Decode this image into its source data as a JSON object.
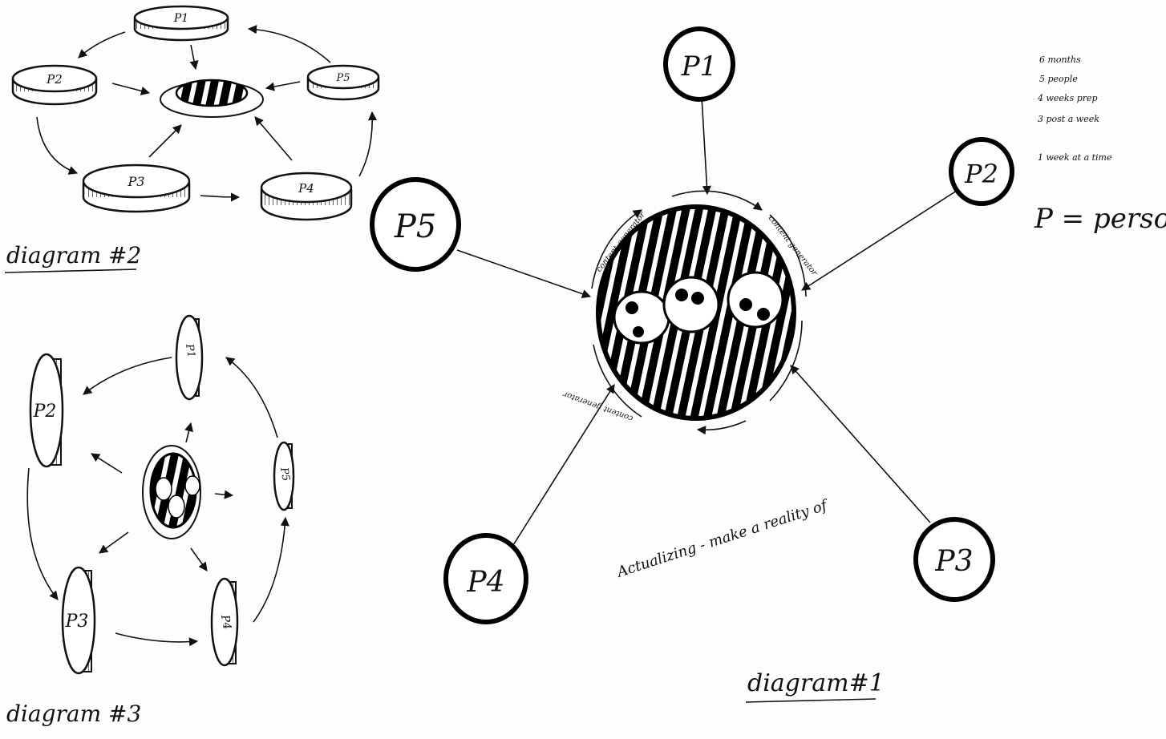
{
  "diagram1": {
    "caption": "diagram#1",
    "nodes": [
      "P1",
      "P2",
      "P3",
      "P4",
      "P5"
    ],
    "hub_ring_labels": [
      "content generator",
      "content generator",
      "content generator"
    ],
    "annotation": "Actualizing - make a reality of"
  },
  "diagram2": {
    "caption": "diagram #2",
    "nodes": [
      "P1",
      "P2",
      "P3",
      "P4",
      "P5"
    ]
  },
  "diagram3": {
    "caption": "diagram #3",
    "nodes": [
      "P1",
      "P2",
      "P3",
      "P4",
      "P5"
    ]
  },
  "notes": {
    "lines": [
      "6 months",
      "5 people",
      "4 weeks prep",
      "3 post a week",
      "1 week at a time"
    ],
    "legend": "P = person"
  },
  "colors": {
    "ink": "#111111",
    "paper": "#fdfdfd"
  }
}
